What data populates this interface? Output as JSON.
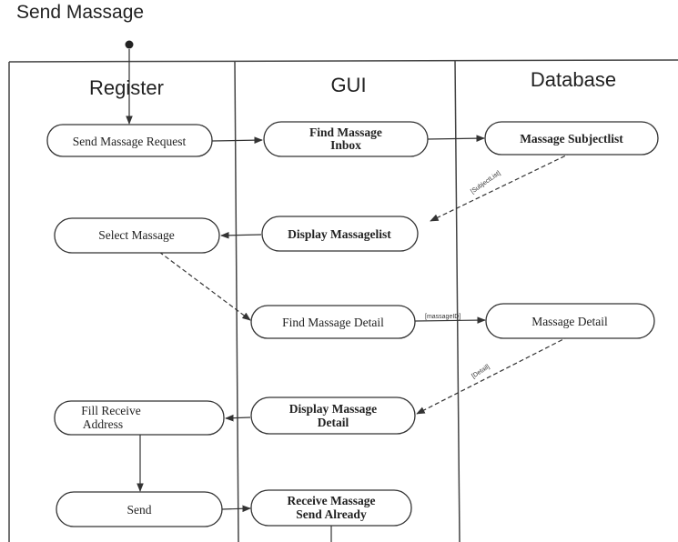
{
  "title": "Send Massage",
  "lanes": [
    "Register",
    "GUI",
    "Database"
  ],
  "nodes": {
    "send_request": "Send Massage Request",
    "find_inbox_1": "Find Massage",
    "find_inbox_2": "Inbox",
    "subject_list": "Massage Subjectlist",
    "select_massage": "Select Massage",
    "display_list": "Display Massagelist",
    "find_detail": "Find Massage Detail",
    "massage_detail": "Massage Detail",
    "fill_address_1": "Fill Receive",
    "fill_address_2": "Address",
    "display_detail_1": "Display Massage",
    "display_detail_2": "Detail",
    "send": "Send",
    "receive_1": "Receive Massage",
    "receive_2": "Send Already"
  },
  "guards": {
    "subject_list": "[SubjectList]",
    "message_id": "[massageID]",
    "detail": "[Detail]"
  },
  "colors": {
    "line": "#333333",
    "node_fill": "#ffffff"
  }
}
